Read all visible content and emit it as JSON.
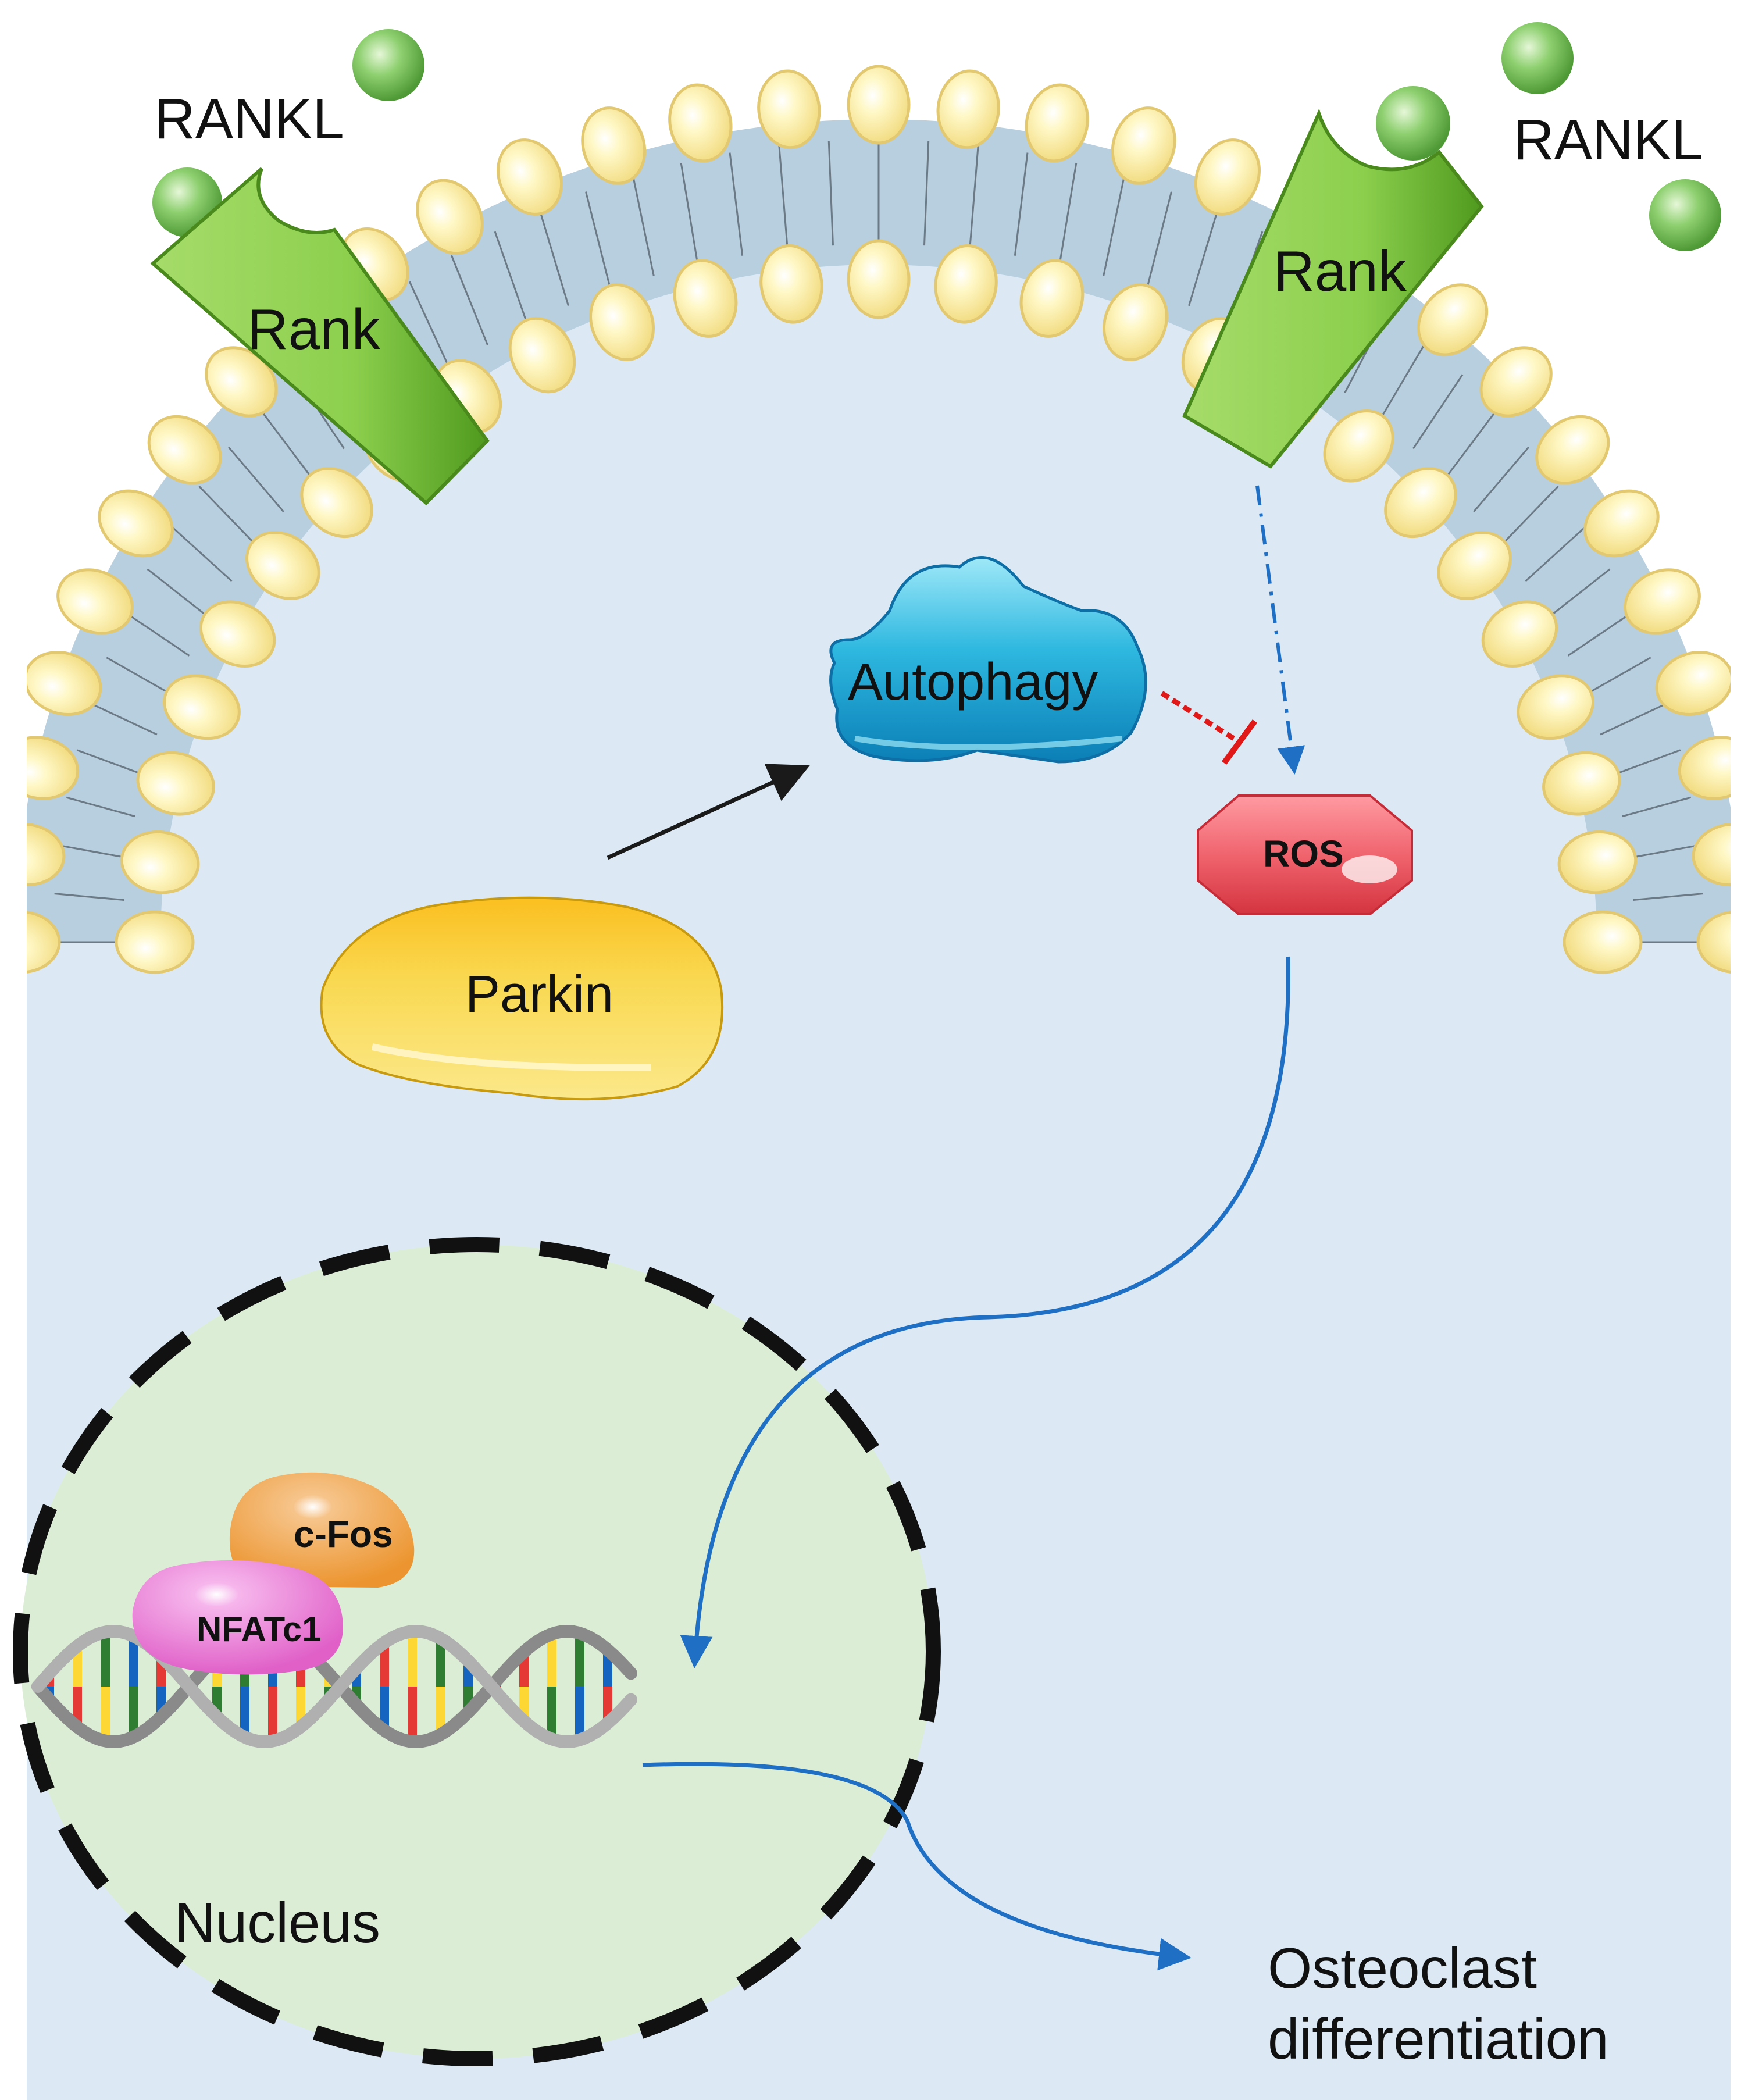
{
  "figure": {
    "labels": {
      "rankl_left": "RANKL",
      "rankl_right": "RANKL",
      "rank_left": "Rank",
      "rank_right": "Rank",
      "autophagy": "Autophagy",
      "ros": "ROS",
      "parkin": "Parkin",
      "cfos": "c-Fos",
      "nfatc1": "NFATc1",
      "nucleus": "Nucleus",
      "outcome_line1": "Osteoclast",
      "outcome_line2": "differentiation"
    },
    "colors": {
      "cytoplasm": "#dce9f5",
      "membrane_band": "#b8cfe0",
      "lipid_head": "#fbeea2",
      "lipid_edge": "#e2c870",
      "ligand": "#8fd071",
      "receptor": "#8ccf4d",
      "autophagy": "#2eb8e0",
      "ros": "#f0646e",
      "parkin": "#f9d850",
      "cfos": "#f0a040",
      "nfatc1": "#ee7ed6",
      "nucleus_fill": "#dcedd6",
      "activation_arrow": "#1a1a1a",
      "inhibition": "#e01818",
      "signal_flow": "#1f6fc5"
    },
    "relations": [
      {
        "from": "Parkin",
        "to": "Autophagy",
        "type": "activation"
      },
      {
        "from": "Autophagy",
        "to": "ROS",
        "type": "inhibition"
      },
      {
        "from": "Rank",
        "to": "ROS",
        "type": "induction"
      },
      {
        "from": "ROS",
        "to": "Nucleus",
        "type": "signal"
      },
      {
        "from": "Nucleus",
        "to": "Osteoclast differentiation",
        "type": "signal"
      }
    ]
  }
}
